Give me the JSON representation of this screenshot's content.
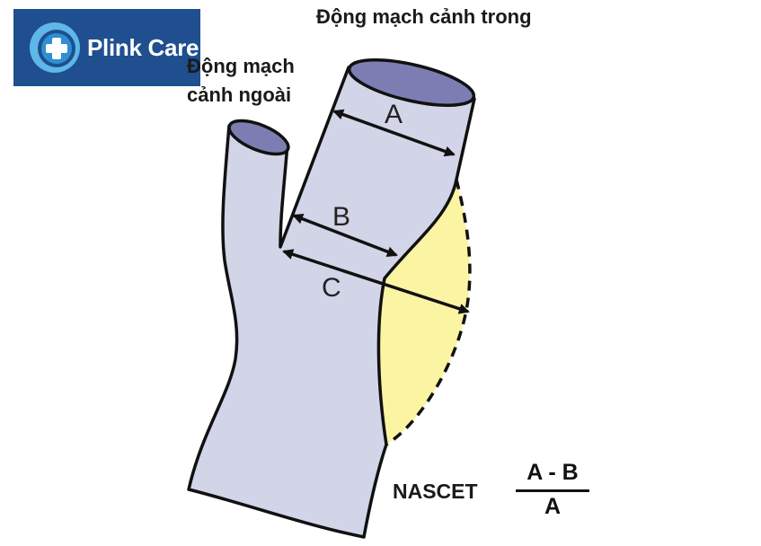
{
  "logo": {
    "brand": "Plink Care",
    "colors": {
      "background": "#1f4f8f",
      "mark_outer": "#5fb7e8",
      "mark_inner": "#2f8fd0",
      "text": "#ffffff"
    }
  },
  "labels": {
    "internal_carotid": "Động mạch cảnh trong",
    "external_carotid_line1": "Động mạch",
    "external_carotid_line2": "cảnh ngoài"
  },
  "measurements": {
    "a": "A",
    "b": "B",
    "c": "C"
  },
  "formula": {
    "method": "NASCET",
    "numerator": "A - B",
    "denominator": "A"
  },
  "colors": {
    "vessel_fill": "#d2d4e8",
    "vessel_opening": "#7c7eb3",
    "plaque_fill": "#fbf4a3",
    "outline": "#111111"
  }
}
